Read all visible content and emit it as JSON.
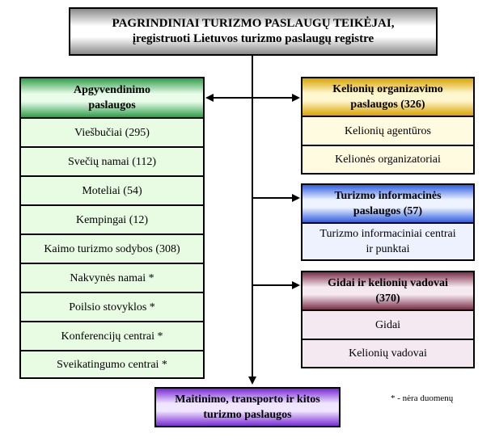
{
  "top": {
    "line1": "PAGRINDINIAI TURIZMO PASLAUGŲ TEIKĖJAI,",
    "line2": "įregistruoti Lietuvos turizmo paslaugų registre"
  },
  "accommodation": {
    "header_line1": "Apgyvendinimo",
    "header_line2": "paslaugos",
    "items": [
      "Viešbučiai (295)",
      "Svečių namai (112)",
      "Moteliai (54)",
      "Kempingai (12)",
      "Kaimo turizmo sodybos (308)",
      "Nakvynės namai *",
      "Poilsio stovyklos *",
      "Konferencijų centrai *",
      "Sveikatingumo centrai *"
    ]
  },
  "travel_org": {
    "header_line1": "Kelionių organizavimo",
    "header_line2": "paslaugos (326)",
    "items": [
      "Kelionių agentūros",
      "Kelionės organizatoriai"
    ]
  },
  "tourism_info": {
    "header_line1": "Turizmo informacinės",
    "header_line2": "paslaugos (57)",
    "item_line1": "Turizmo informaciniai centrai",
    "item_line2": "ir punktai"
  },
  "guides": {
    "header_line1": "Gidai ir kelionių vadovai",
    "header_line2": "(370)",
    "items": [
      "Gidai",
      "Kelionių vadovai"
    ]
  },
  "other": {
    "line1": "Maitinimo, transporto ir kitos",
    "line2": "turizmo paslaugos"
  },
  "footnote": "* - nėra duomenų",
  "colors": {
    "accommodation": "#2f9e4a",
    "travel_org": "#d8a400",
    "tourism_info": "#2f5fe0",
    "guides": "#7b2e4a",
    "other": "#7a2ad6"
  }
}
